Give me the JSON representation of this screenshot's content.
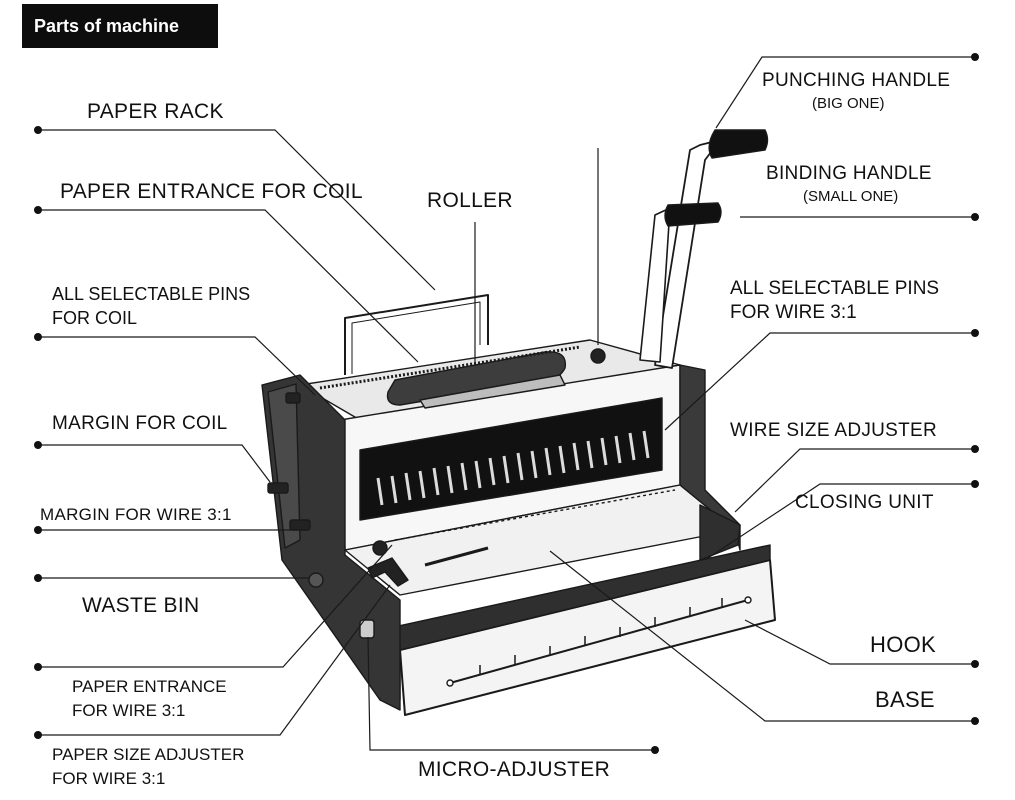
{
  "header": {
    "title": "Parts of machine"
  },
  "labels": {
    "paper_rack": "PAPER RACK",
    "paper_entrance_coil": "PAPER ENTRANCE FOR COIL",
    "roller": "ROLLER",
    "pins_coil_1": "ALL SELECTABLE PINS",
    "pins_coil_2": "FOR COIL",
    "margin_coil": "MARGIN FOR COIL",
    "margin_wire": "MARGIN FOR WIRE 3:1",
    "waste_bin": "WASTE BIN",
    "paper_entrance_wire_1": "PAPER ENTRANCE",
    "paper_entrance_wire_2": "FOR WIRE 3:1",
    "paper_size_1": "PAPER SIZE ADJUSTER",
    "paper_size_2": "FOR WIRE 3:1",
    "micro_adjuster": "MICRO-ADJUSTER",
    "punching_handle": "PUNCHING HANDLE",
    "punching_handle_sub": "(BIG ONE)",
    "binding_handle": "BINDING HANDLE",
    "binding_handle_sub": "(SMALL ONE)",
    "pins_wire_1": "ALL SELECTABLE PINS",
    "pins_wire_2": "FOR WIRE 3:1",
    "wire_size_adjuster": "WIRE SIZE ADJUSTER",
    "closing_unit": "CLOSING UNIT",
    "hook": "HOOK",
    "base": "BASE"
  },
  "colors": {
    "line": "#1a1a1a",
    "body_dark": "#3a3a3a",
    "body_light": "#f2f2f2",
    "header_bg": "#0d0d0d"
  }
}
